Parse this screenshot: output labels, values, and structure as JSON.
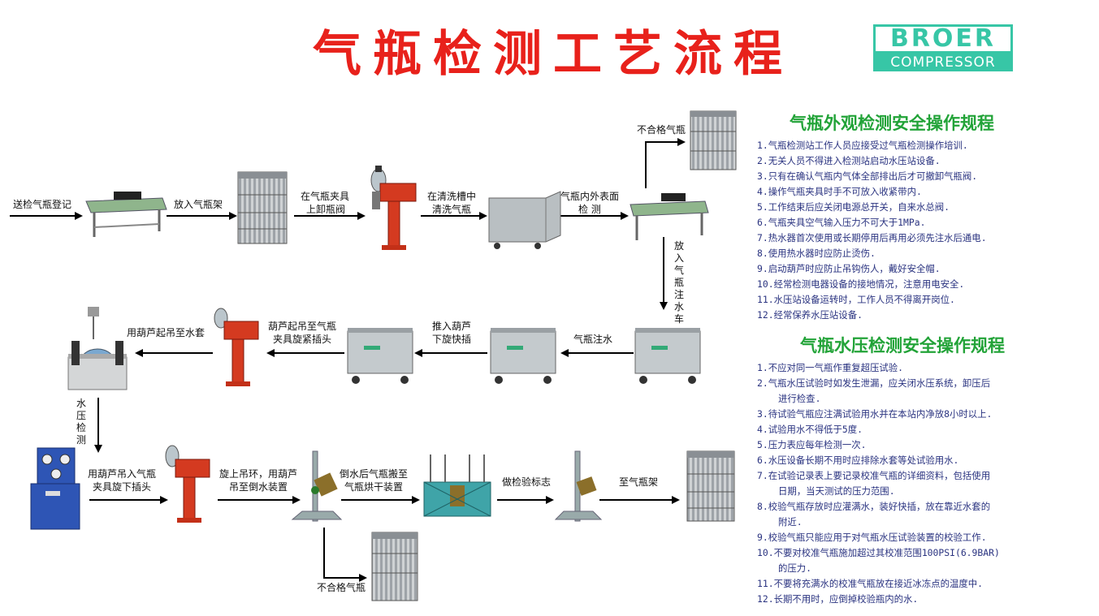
{
  "title": "气瓶检测工艺流程",
  "logo": {
    "top": "BROER",
    "bottom": "COMPRESSOR"
  },
  "flow": {
    "row1": {
      "l1": "送检气瓶登记",
      "l2": "放入气瓶架",
      "l3a": "在气瓶夹具",
      "l3b": "上卸瓶阀",
      "l4a": "在清洗槽中",
      "l4b": "清洗气瓶",
      "l5a": "气瓶内外表面",
      "l5b": "检  测",
      "reject": "不合格气瓶",
      "down": "放入气瓶注水车"
    },
    "row2": {
      "l1": "气瓶注水",
      "l2a": "推入葫芦",
      "l2b": "下旋快插",
      "l3a": "葫芦起吊至气瓶",
      "l3b": "夹具旋紧插头",
      "l4": "用葫芦起吊至水套",
      "down": "水压检测"
    },
    "row3": {
      "l1a": "用葫芦吊入气瓶",
      "l1b": "夹具旋下插头",
      "l2a": "旋上吊环，用葫芦",
      "l2b": "吊至倒水装置",
      "l3a": "倒水后气瓶搬至",
      "l3b": "气瓶烘干装置",
      "l4": "做检验标志",
      "l5": "至气瓶架",
      "reject": "不合格气瓶"
    }
  },
  "appearance_rules": {
    "title": "气瓶外观检测安全操作规程",
    "items": [
      "1.气瓶检测站工作人员应接受过气瓶检测操作培训.",
      "2.无关人员不得进入检测站启动水压站设备.",
      "3.只有在确认气瓶内气体全部排出后才可撤卸气瓶阀.",
      "4.操作气瓶夹具时手不可放入收紧带内.",
      "5.工作结束后应关闭电源总开关，自来水总阀.",
      "6.气瓶夹具空气输入压力不可大于1MPa.",
      "7.热水器首次使用或长期停用后再用必须先注水后通电.",
      "8.使用热水器时应防止烫伤.",
      "9.启动葫芦时应防止吊钩伤人，戴好安全帽.",
      "10.经常检测电器设备的接地情况，注意用电安全.",
      "11.水压站设备运转时，工作人员不得离开岗位.",
      "12.经常保养水压站设备."
    ]
  },
  "hydro_rules": {
    "title": "气瓶水压检测安全操作规程",
    "items": [
      "1.不应对同一气瓶作重复超压试验.",
      "2.气瓶水压试验时如发生泄漏，应关闭水压系统，卸压后",
      "进行检查.",
      "3.待试验气瓶应注满试验用水并在本站内净放8小时以上.",
      "4.试验用水不得低于5度.",
      "5.压力表应每年检测一次.",
      "6.水压设备长期不用时应排除水套等处试验用水.",
      "7.在试验记录表上要记录校准气瓶的详细资料，包括使用",
      "日期，当天测试的压力范围.",
      "8.校验气瓶存放时应灌满水，装好快插，放在靠近水套的",
      "附近.",
      "9.校验气瓶只能应用于对气瓶水压试验装置的校验工作.",
      "10.不要对校准气瓶施加超过其校准范围100PSI(6.9BAR)",
      "的压力.",
      "11.不要将充满水的校准气瓶放在接近冰冻点的温度中.",
      "12.长期不用时，应倒掉校验瓶内的水."
    ]
  },
  "colors": {
    "title": "#e8211b",
    "section": "#22a338",
    "rules": "#2a3380",
    "logo": "#37c6a6"
  }
}
